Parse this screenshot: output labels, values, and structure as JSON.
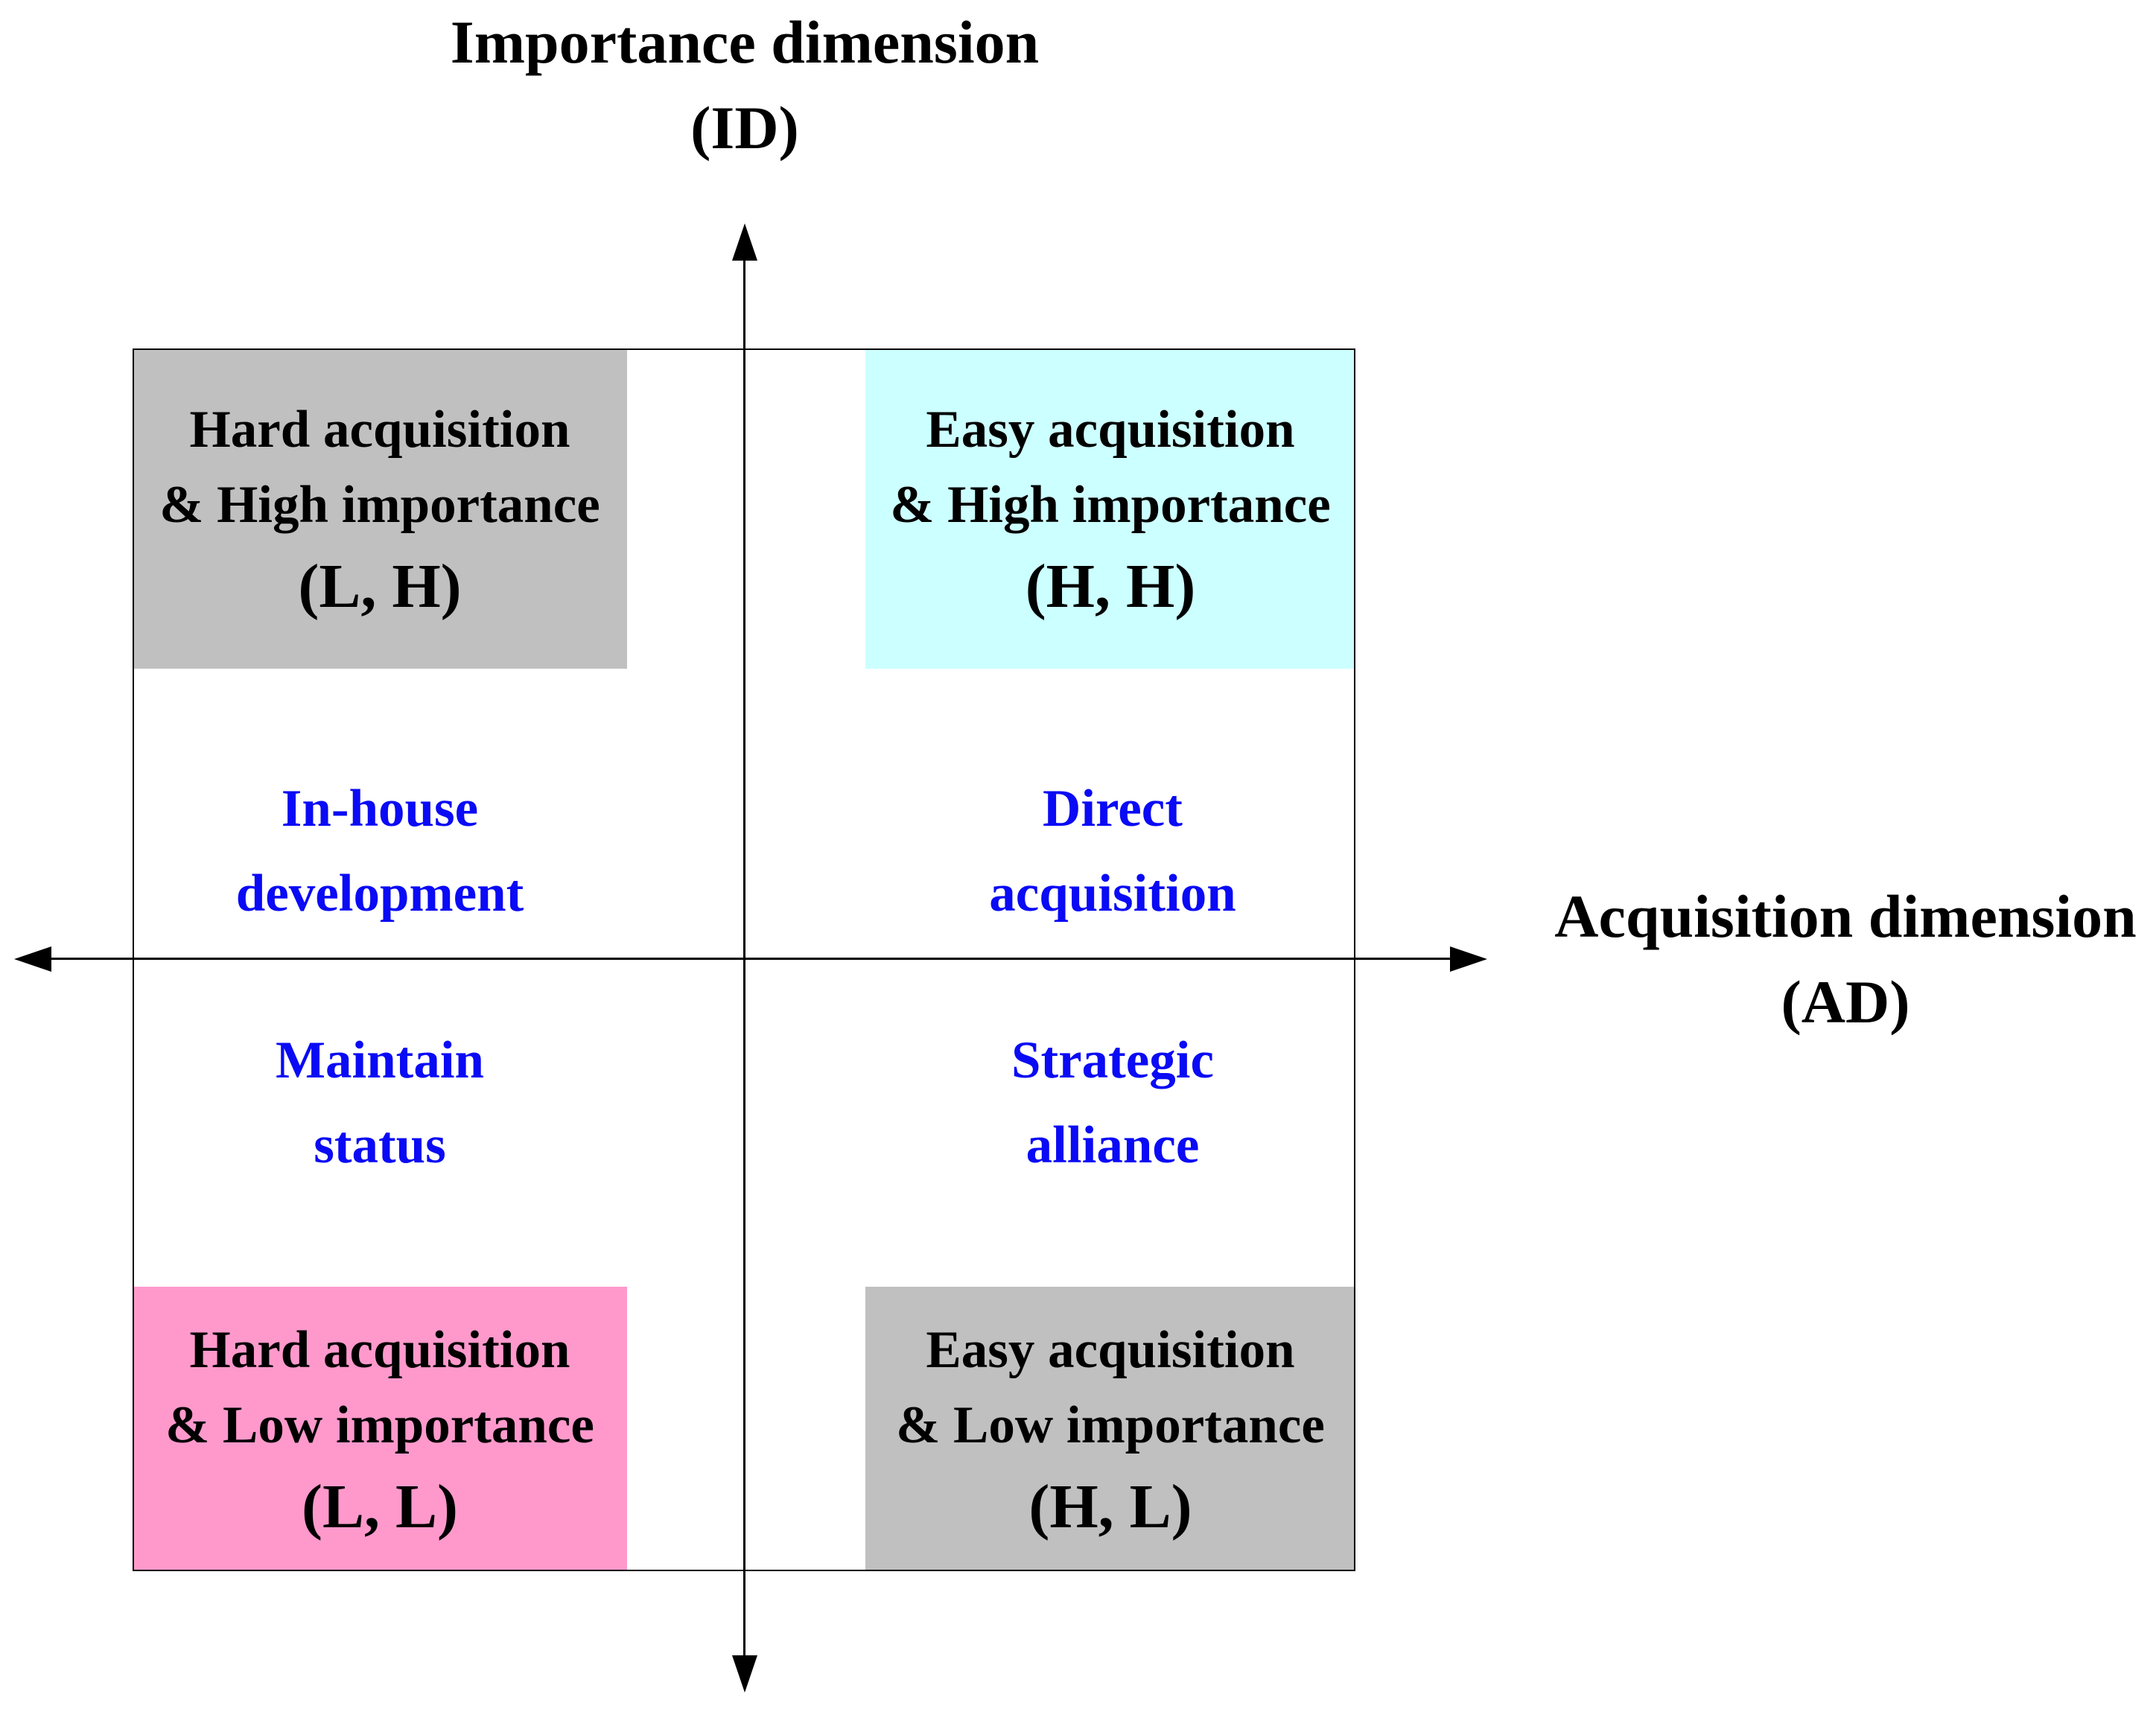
{
  "axes": {
    "y": {
      "title": "Importance dimension",
      "abbrev": "(ID)"
    },
    "x": {
      "title": "Acquisition dimension",
      "abbrev": "(AD)"
    }
  },
  "quadrants": [
    {
      "position": "top-left",
      "label_line1": "Hard acquisition",
      "label_line2": "& High importance",
      "code": "(L, H)",
      "strategy_line1": "In-house",
      "strategy_line2": "development",
      "box_color": "#C0C0C0"
    },
    {
      "position": "top-right",
      "label_line1": "Easy acquisition",
      "label_line2": "& High importance",
      "code": "(H, H)",
      "strategy_line1": "Direct",
      "strategy_line2": "acquisition",
      "box_color": "#CCFFFF"
    },
    {
      "position": "bottom-left",
      "label_line1": "Hard acquisition",
      "label_line2": "& Low importance",
      "code": "(L, L)",
      "strategy_line1": "Maintain",
      "strategy_line2": "status",
      "box_color": "#FF99CC"
    },
    {
      "position": "bottom-right",
      "label_line1": "Easy acquisition",
      "label_line2": "& Low importance",
      "code": "(H, L)",
      "strategy_line1": "Strategic",
      "strategy_line2": "alliance",
      "box_color": "#C0C0C0"
    }
  ],
  "colors": {
    "strategy_text": "#0A0AF5",
    "quadrant_text": "#000000",
    "axis": "#000000",
    "gray_box": "#C0C0C0",
    "cyan_box": "#CCFFFF",
    "pink_box": "#FF99CC"
  }
}
